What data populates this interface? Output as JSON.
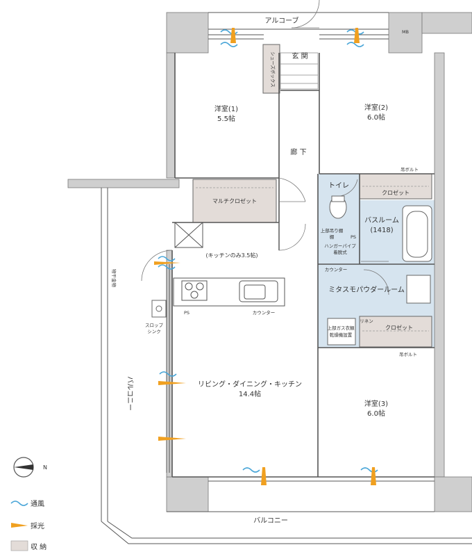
{
  "rooms": {
    "alcove": "アルコーブ",
    "mb": "MB",
    "entrance": "玄 関",
    "shoe_box": "シューズボックス",
    "western1_name": "洋室(1)",
    "western1_size": "5.5帖",
    "western2_name": "洋室(2)",
    "western2_size": "6.0帖",
    "hallway": "廊 下",
    "toilet": "トイレ",
    "multi_closet": "マルチクロゼット",
    "closet_upper": "クロゼット",
    "hanging_bolt_upper": "吊ボルト",
    "bath_name": "バスルーム",
    "bath_size": "(1418)",
    "toilet_shelf_line1": "上部吊り棚",
    "toilet_shelf_line2": "棚",
    "ps": "PS",
    "hanger_pipe_line1": "ハンガーパイプ",
    "hanger_pipe_line2": "着脱式",
    "kitchen_only": "(キッチンのみ3.5帖)",
    "counter_left": "カウンター",
    "counter_mid": "カウンター",
    "powder": "ミタスモパウダールーム",
    "linen": "リネン",
    "closet_lower": "クロゼット",
    "dryer_line1": "上部ガス衣類",
    "dryer_line2": "乾燥機設置",
    "hanging_bolt_lower": "吊ボルト",
    "slop_line1": "スロップ",
    "slop_line2": "シンク",
    "drying_rack": "物干金物",
    "balcony_side": "バルコニー",
    "ldk_name": "リビング・ダイニング・キッチン",
    "ldk_size": "14.4帖",
    "western3_name": "洋室(3)",
    "western3_size": "6.0帖",
    "balcony_bottom": "バルコニー"
  },
  "legend": {
    "compass_label": "N",
    "ventilation": "通風",
    "daylight": "採光",
    "storage": "収 納"
  },
  "colors": {
    "wall": "#cfcfcf",
    "water_area": "#d6e4ef",
    "storage": "#e3dcd8",
    "ventilation": "#4aa6d8",
    "daylight": "#f0a020"
  }
}
